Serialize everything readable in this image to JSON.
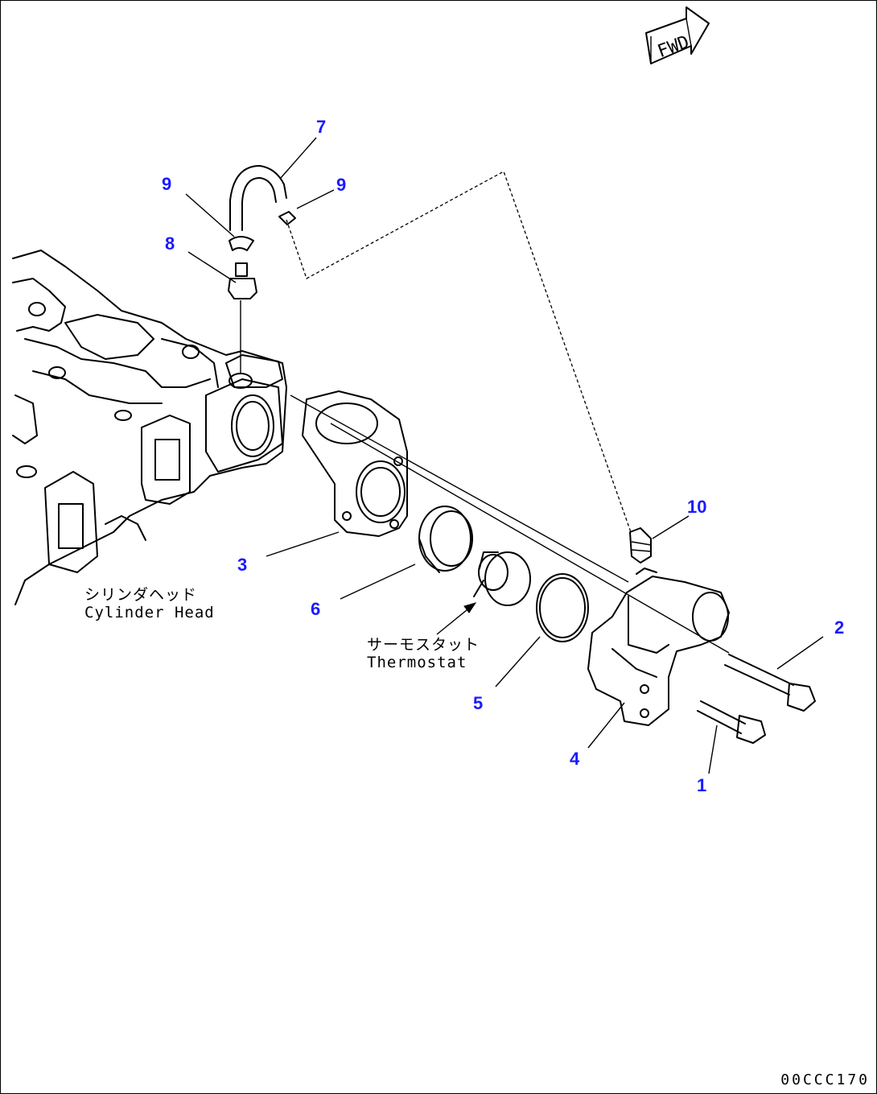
{
  "diagram": {
    "callouts": {
      "c1": "1",
      "c2": "2",
      "c3": "3",
      "c4": "4",
      "c5": "5",
      "c6": "6",
      "c7": "7",
      "c8": "8",
      "c9a": "9",
      "c9b": "9",
      "c10": "10"
    },
    "labels": {
      "cylinder_head_jp": "シリンダヘッド",
      "cylinder_head_en": "Cylinder Head",
      "thermostat_jp": "サーモスタット",
      "thermostat_en": "Thermostat"
    },
    "fwd_arrow": "FWD",
    "drawing_code": "00CCC170",
    "colors": {
      "callout": "#1a1aff",
      "line": "#000000"
    }
  }
}
